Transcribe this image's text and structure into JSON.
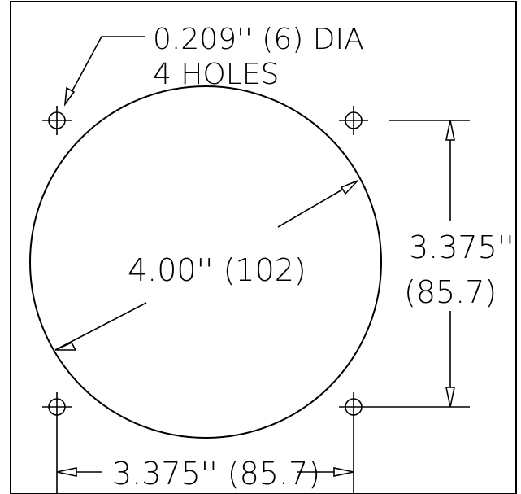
{
  "drawing": {
    "hole_note_line1": "0.209'' (6) DIA",
    "hole_note_line2": "4 HOLES",
    "diameter_label": "4.00'' (102)",
    "vertical_spacing_line1": "3.375''",
    "vertical_spacing_line2": "(85.7)",
    "horizontal_spacing_label": "3.375'' (85.7)"
  }
}
